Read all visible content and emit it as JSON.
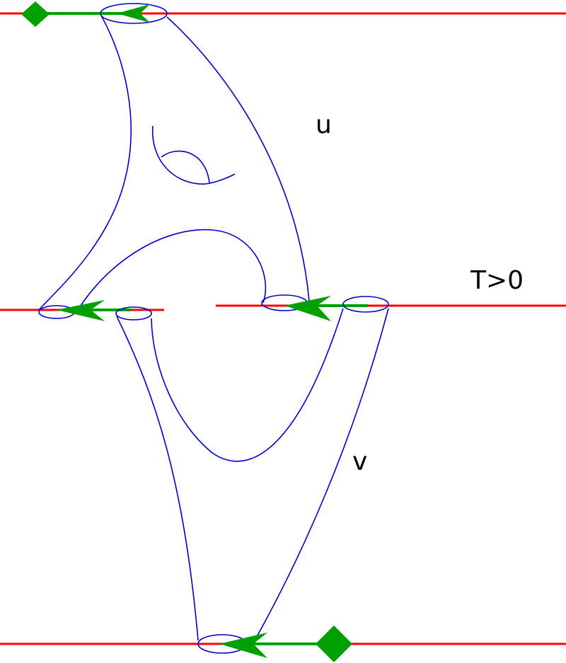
{
  "labels": {
    "u": "u",
    "v": "v",
    "t": "T>0"
  },
  "colors": {
    "line": "#ff0000",
    "surface": "#0000cc",
    "arrow": "#00a000",
    "marker": "#00a000",
    "text": "#000000"
  },
  "icons": {
    "marker": "green-diamond-marker",
    "arrow": "green-left-arrow"
  }
}
